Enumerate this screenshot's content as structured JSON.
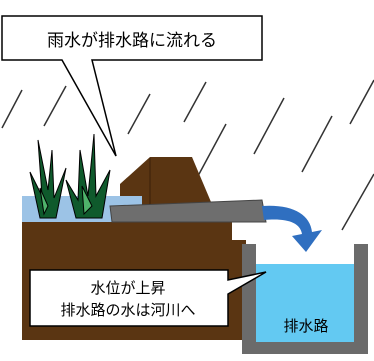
{
  "callouts": {
    "top": {
      "text": "雨水が排水路に流れる"
    },
    "bottom": {
      "lines": [
        "水位が上昇",
        "排水路の水は河川へ"
      ]
    }
  },
  "labels": {
    "channel": "排水路"
  },
  "colors": {
    "soil": "#5a3512",
    "soil_dark": "#4a2a0c",
    "paddy_water": "#9cc3e6",
    "channel_water": "#63c9f2",
    "channel_wall": "#6b6b6b",
    "pipe": "#6e6e6e",
    "arrow": "#2f6fc0",
    "rice_plant": "#0f5a2c",
    "rice_plant_outline": "#000000",
    "rain": "#333333",
    "callout_border": "#000000",
    "callout_fill": "#ffffff"
  }
}
